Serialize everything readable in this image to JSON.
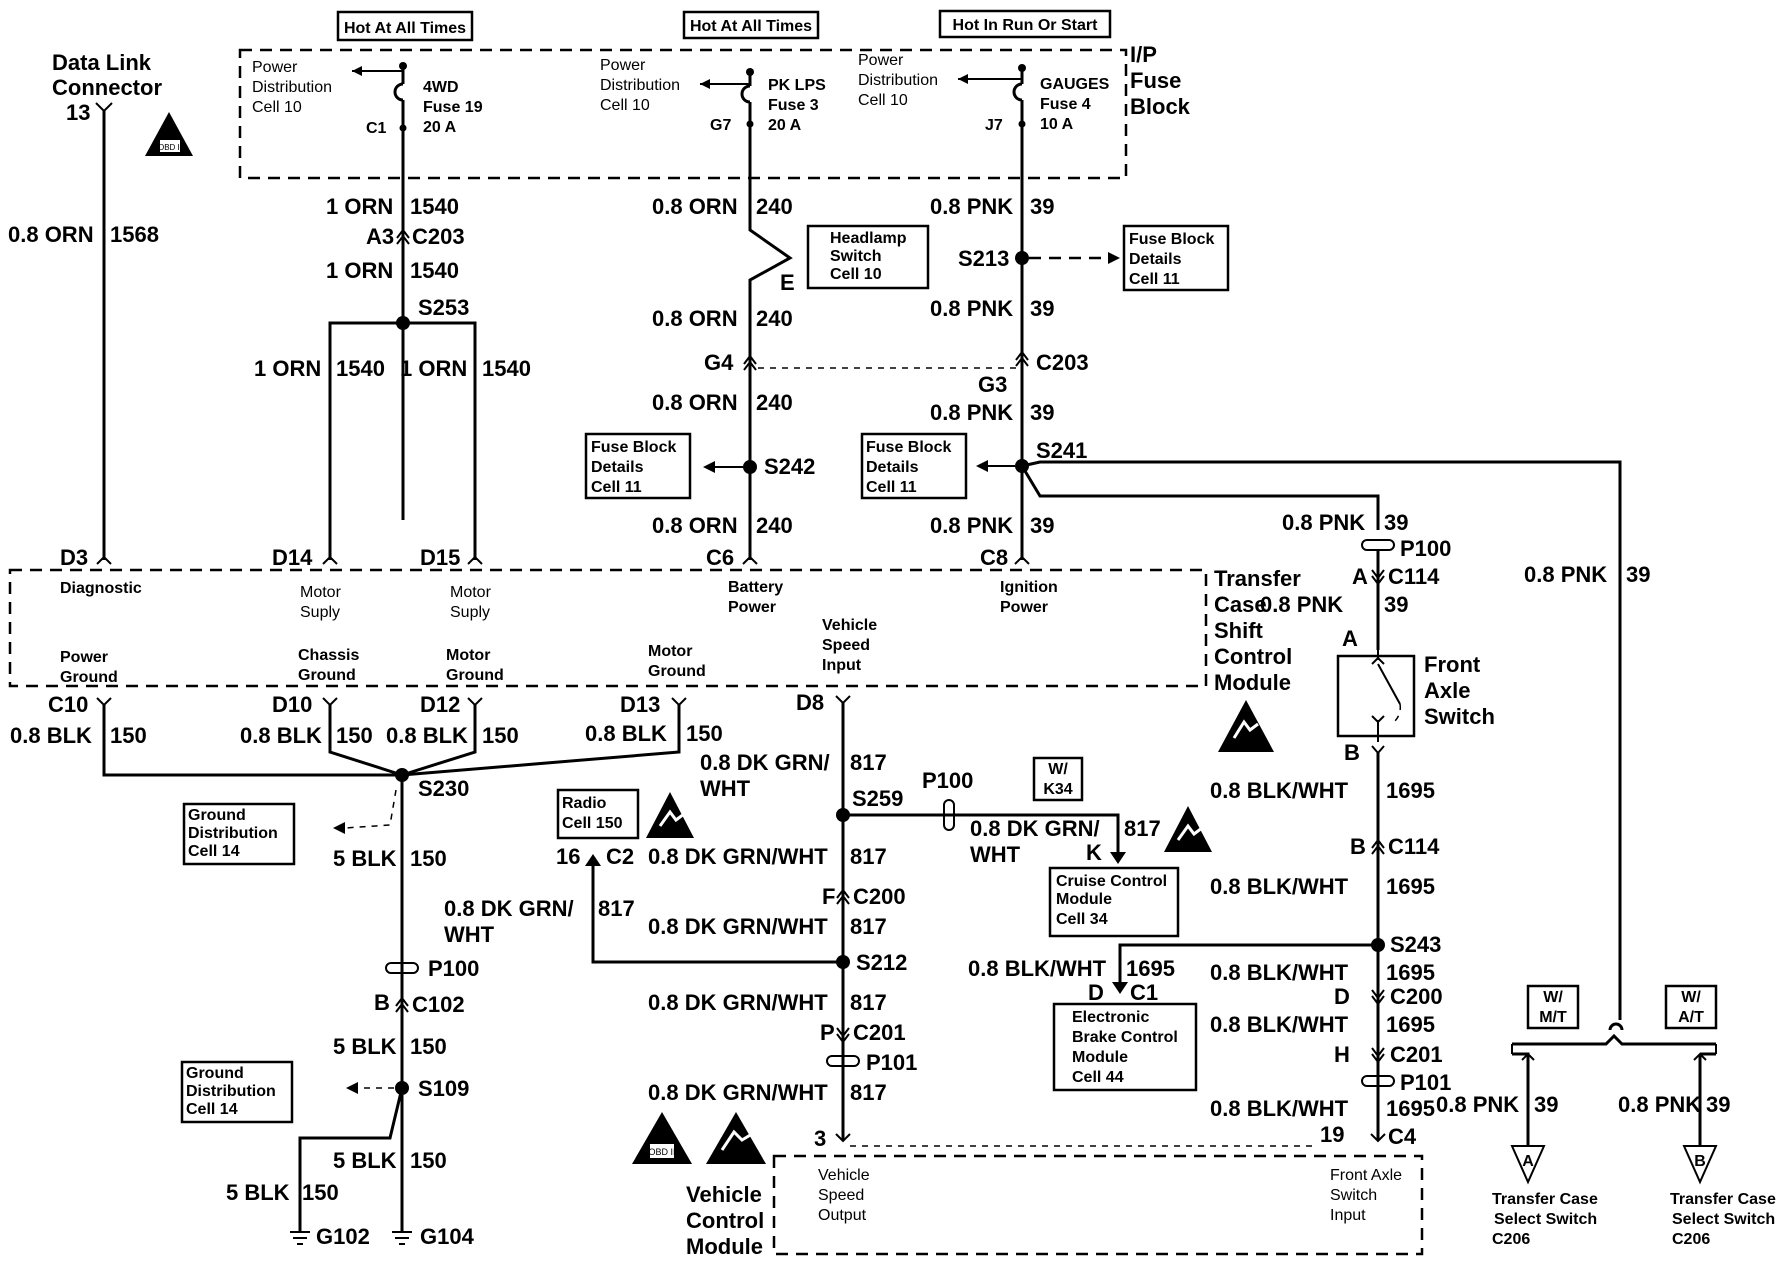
{
  "hot": [
    "Hot At All Times",
    "Hot At All Times",
    "Hot In Run Or Start"
  ],
  "dlc": {
    "title1": "Data Link",
    "title2": "Connector",
    "pin": "13"
  },
  "fuse_block": {
    "l1": "I/P",
    "l2": "Fuse",
    "l3": "Block"
  },
  "fuse": {
    "f1": {
      "pd1": "Power",
      "pd2": "Distribution",
      "pd3": "Cell 10",
      "name": "4WD",
      "fuse": "Fuse 19",
      "amp": "20 A",
      "conn": "C1"
    },
    "f2": {
      "pd1": "Power",
      "pd2": "Distribution",
      "pd3": "Cell 10",
      "name": "PK LPS",
      "fuse": "Fuse 3",
      "amp": "20 A",
      "conn": "G7"
    },
    "f3": {
      "pd1": "Power",
      "pd2": "Distribution",
      "pd3": "Cell 10",
      "name": "GAUGES",
      "fuse": "Fuse 4",
      "amp": "10 A",
      "conn": "J7"
    }
  },
  "w": {
    "orn1568": [
      "0.8 ORN",
      "1568"
    ],
    "orn1540a": [
      "1 ORN",
      "1540"
    ],
    "orn1540b": [
      "1 ORN",
      "1540"
    ],
    "orn1540c": [
      "1 ORN",
      "1540"
    ],
    "orn1540d": [
      "1 ORN",
      "1540"
    ],
    "orn240a": [
      "0.8 ORN",
      "240"
    ],
    "orn240b": [
      "0.8 ORN",
      "240"
    ],
    "orn240c": [
      "0.8 ORN",
      "240"
    ],
    "orn240d": [
      "0.8 ORN",
      "240"
    ],
    "pnk39a": [
      "0.8 PNK",
      "39"
    ],
    "pnk39b": [
      "0.8 PNK",
      "39"
    ],
    "pnk39c": [
      "0.8 PNK",
      "39"
    ],
    "pnk39d": [
      "0.8 PNK",
      "39"
    ],
    "pnk39e": [
      "0.8 PNK",
      "39"
    ],
    "pnk39f": [
      "0.8 PNK",
      "39"
    ],
    "pnk39g": [
      "0.8 PNK",
      "39"
    ],
    "pnk39h": [
      "0.8 PNK",
      "39"
    ],
    "pnk39i": [
      "0.8 PNK",
      "39"
    ],
    "blk150a": [
      "0.8 BLK",
      "150"
    ],
    "blk150b": [
      "0.8 BLK",
      "150"
    ],
    "blk150c": [
      "0.8 BLK",
      "150"
    ],
    "blk150d": [
      "0.8 BLK",
      "150"
    ],
    "blk150e": [
      "5 BLK",
      "150"
    ],
    "blk150f": [
      "5 BLK",
      "150"
    ],
    "blk150g": [
      "5 BLK",
      "150"
    ],
    "blk150h": [
      "5 BLK",
      "150"
    ],
    "dg817a1": "0.8 DK GRN/",
    "dg817a2": "WHT",
    "dg817a3": "817",
    "dg817b": [
      "0.8 DK GRN/WHT",
      "817"
    ],
    "dg817c": [
      "0.8 DK GRN/WHT",
      "817"
    ],
    "dg817d": [
      "0.8 DK GRN/WHT",
      "817"
    ],
    "dg817e": [
      "0.8 DK GRN/WHT",
      "817"
    ],
    "dg817f1": "0.8 DK GRN/",
    "dg817f2": "WHT",
    "dg817f3": "817",
    "dg817g1": "0.8 DK GRN/",
    "dg817g2": "WHT",
    "dg817g3": "817",
    "bw1695a": [
      "0.8 BLK/WHT",
      "1695"
    ],
    "bw1695b": [
      "0.8 BLK/WHT",
      "1695"
    ],
    "bw1695c": [
      "0.8 BLK/WHT",
      "1695"
    ],
    "bw1695d": [
      "0.8 BLK/WHT",
      "1695"
    ],
    "bw1695e": [
      "0.8 BLK/WHT",
      "1695"
    ],
    "bw1695f": [
      "0.8 BLK/WHT",
      "1695"
    ]
  },
  "splice": {
    "s253": "S253",
    "s213": "S213",
    "s242": "S242",
    "s241": "S241",
    "s230": "S230",
    "s259": "S259",
    "s212": "S212",
    "s109": "S109",
    "s243": "S243"
  },
  "conn": {
    "a3": "A3",
    "c203a": "C203",
    "g4": "G4",
    "g3": "G3",
    "c203b": "C203",
    "e": "E",
    "p100a": "P100",
    "a": "A",
    "c114a": "C114",
    "b": "B",
    "c114b": "C114",
    "p100b": "P100",
    "c102b": "B",
    "c102": "C102",
    "f": "F",
    "c200a": "C200",
    "p": "P",
    "c201a": "C201",
    "p101a": "P101",
    "pin3": "3",
    "p100c": "P100",
    "k": "K",
    "d1": "D",
    "c1": "C1",
    "d2": "D",
    "c200b": "C200",
    "h": "H",
    "c201b": "C201",
    "p101b": "P101",
    "pin19": "19",
    "c4": "C4",
    "pin16": "16",
    "c2": "C2",
    "g102": "G102",
    "g104": "G104",
    "swa": "A"
  },
  "tccm": {
    "title": [
      "Transfer",
      "Case",
      "Shift",
      "Control",
      "Module"
    ],
    "pins_top": [
      {
        "pin": "D3",
        "label": [
          "Diagnostic"
        ]
      },
      {
        "pin": "D14",
        "label": [
          "Motor",
          "Suply"
        ]
      },
      {
        "pin": "D15",
        "label": [
          "Motor",
          "Suply"
        ]
      },
      {
        "pin": "C6",
        "label": [
          "Battery",
          "Power"
        ]
      },
      {
        "pin": "C8",
        "label": [
          "Ignition",
          "Power"
        ]
      }
    ],
    "pins_bottom": [
      {
        "pin": "C10",
        "label": [
          "Power",
          "Ground"
        ]
      },
      {
        "pin": "D10",
        "label": [
          "Chassis",
          "Ground"
        ]
      },
      {
        "pin": "D12",
        "label": [
          "Motor",
          "Ground"
        ]
      },
      {
        "pin": "D13",
        "label": [
          "Motor",
          "Ground"
        ]
      },
      {
        "pin": "D8",
        "label": [
          "Vehicle",
          "Speed",
          "Input"
        ]
      }
    ]
  },
  "ref": {
    "headlamp": [
      "Headlamp",
      "Switch",
      "Cell 10"
    ],
    "fbd1": [
      "Fuse Block",
      "Details",
      "Cell 11"
    ],
    "fbd2": [
      "Fuse Block",
      "Details",
      "Cell 11"
    ],
    "fbd3": [
      "Fuse Block",
      "Details",
      "Cell 11"
    ],
    "gd1": [
      "Ground",
      "Distribution",
      "Cell 14"
    ],
    "gd2": [
      "Ground",
      "Distribution",
      "Cell 14"
    ],
    "radio": [
      "Radio",
      "Cell 150"
    ],
    "cruise": [
      "Cruise Control",
      "Module",
      "Cell 34"
    ],
    "ebcm": [
      "Electronic",
      "Brake Control",
      "Module",
      "Cell 44"
    ],
    "wk34": [
      "W/",
      "K34"
    ],
    "wmt": [
      "W/",
      "M/T"
    ],
    "wat": [
      "W/",
      "A/T"
    ]
  },
  "fas": [
    "Front",
    "Axle",
    "Switch"
  ],
  "vcm": {
    "title": [
      "Vehicle",
      "Control",
      "Module"
    ],
    "left": [
      "Vehicle",
      "Speed",
      "Output"
    ],
    "right": [
      "Front Axle",
      "Switch",
      "Input"
    ]
  },
  "tcs": {
    "a": [
      "Transfer Case",
      "Select Switch",
      "C206"
    ],
    "b": [
      "Transfer Case",
      "Select Switch",
      "C206"
    ],
    "la": "A",
    "lb": "B"
  },
  "icons": [
    "obd-ii-icon",
    "esd-icon"
  ]
}
